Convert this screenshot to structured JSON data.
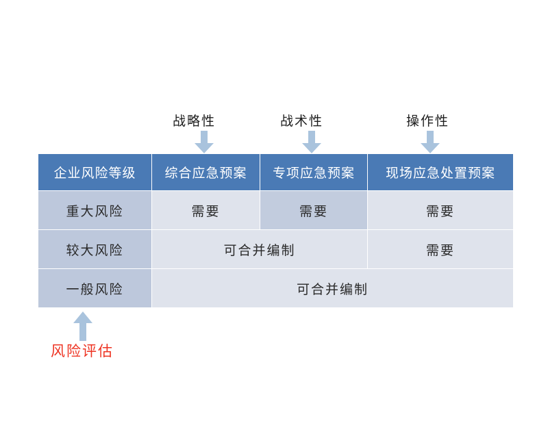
{
  "diagram": {
    "top_annotations": [
      {
        "label": "战略性",
        "icon": "arrow-down-icon",
        "target_column": "综合应急预案"
      },
      {
        "label": "战术性",
        "icon": "arrow-down-icon",
        "target_column": "专项应急预案"
      },
      {
        "label": "操作性",
        "icon": "arrow-down-icon",
        "target_column": "现场应急处置预案"
      }
    ],
    "bottom_annotation": {
      "label": "风险评估",
      "icon": "arrow-up-icon",
      "color": "#ee3322",
      "target_column": "企业风险等级"
    },
    "colors": {
      "header_blue": "#4a7ab5",
      "row_header_blue": "#bdc8dc",
      "cell_light": "#dfe3ec",
      "cell_highlight": "#c2ccde",
      "arrow_blue": "#a9c3dd",
      "accent_red": "#ee3322"
    }
  },
  "table": {
    "headers": [
      "企业风险等级",
      "综合应急预案",
      "专项应急预案",
      "现场应急处置预案"
    ],
    "rows": [
      {
        "level": "重大风险",
        "cells": [
          {
            "text": "需要",
            "span": 1,
            "highlight": false
          },
          {
            "text": "需要",
            "span": 1,
            "highlight": true
          },
          {
            "text": "需要",
            "span": 1,
            "highlight": false
          }
        ]
      },
      {
        "level": "较大风险",
        "cells": [
          {
            "text": "可合并编制",
            "span": 2,
            "highlight": false
          },
          {
            "text": "需要",
            "span": 1,
            "highlight": false
          }
        ]
      },
      {
        "level": "一般风险",
        "cells": [
          {
            "text": "可合并编制",
            "span": 3,
            "highlight": false
          }
        ]
      }
    ]
  }
}
